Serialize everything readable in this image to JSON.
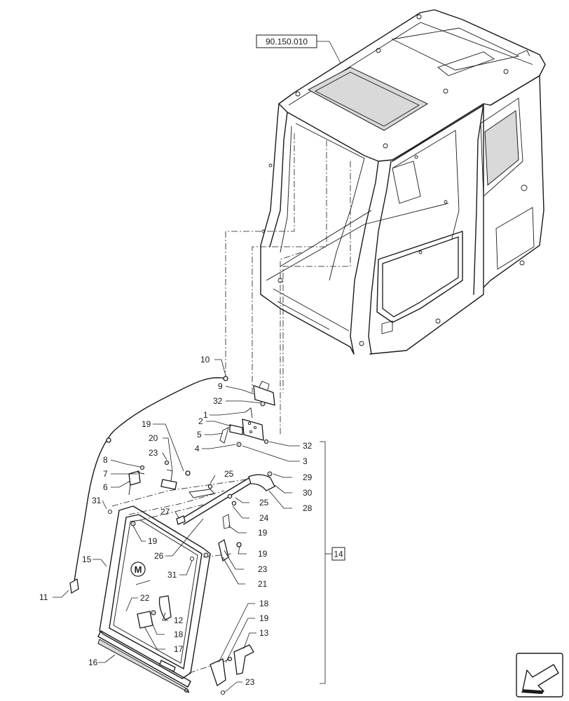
{
  "reference_box": "90.150.010",
  "assembly_box": "14",
  "marker_label": "M",
  "callouts": {
    "c1": "1",
    "c2": "2",
    "c3": "3",
    "c4": "4",
    "c5": "5",
    "c6": "6",
    "c7": "7",
    "c8": "8",
    "c9": "9",
    "c10": "10",
    "c11": "11",
    "c12": "12",
    "c13": "13",
    "c15": "15",
    "c16": "16",
    "c17": "17",
    "c18a": "18",
    "c18b": "18",
    "c19a": "19",
    "c19b": "19",
    "c19c": "19",
    "c19d": "19",
    "c19e": "19",
    "c20": "20",
    "c21": "21",
    "c22": "22",
    "c23a": "23",
    "c23b": "23",
    "c23c": "23",
    "c24": "24",
    "c25a": "25",
    "c25b": "25",
    "c26": "26",
    "c27": "27",
    "c28": "28",
    "c29": "29",
    "c30": "30",
    "c31a": "31",
    "c31b": "31",
    "c32a": "32",
    "c32b": "32"
  }
}
